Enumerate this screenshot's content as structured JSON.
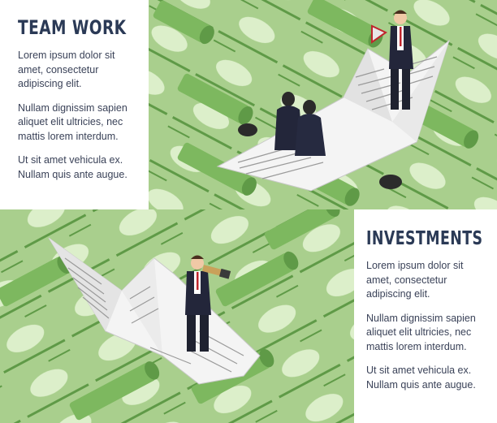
{
  "top_section": {
    "title": "TEAM WORK",
    "paragraphs": [
      "Lorem ipsum dolor sit amet, consectetur adipiscing elit.",
      "Nullam dignissim sapien aliquet elit ultricies, nec mattis lorem interdum.",
      "Ut sit amet vehicula ex. Nullam quis ante augue."
    ]
  },
  "bottom_section": {
    "title": "INVESTMENTS",
    "paragraphs": [
      "Lorem ipsum dolor sit amet, consectetur adipiscing elit.",
      "Nullam dignissim sapien aliquet elit ultricies, nec mattis lorem interdum.",
      "Ut sit amet vehicula ex. Nullam quis ante augue."
    ]
  },
  "colors": {
    "money_green": "#a8cf8c",
    "money_light": "#d6ebc4",
    "tube_green": "#78b55a",
    "title_navy": "#2b3a56",
    "suit_dark": "#1f2230"
  }
}
